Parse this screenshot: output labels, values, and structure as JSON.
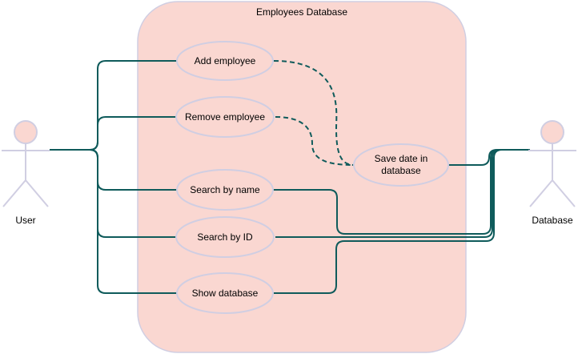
{
  "system": {
    "title": "Employees Database"
  },
  "actors": {
    "user": {
      "label": "User"
    },
    "database": {
      "label": "Database"
    }
  },
  "use_cases": {
    "add_employee": "Add employee",
    "remove_employee": "Remove employee",
    "search_by_name": "Search by name",
    "search_by_id": "Search by ID",
    "show_database": "Show database",
    "save_data": "Save date in database"
  },
  "colors": {
    "system_fill": "#fad7d1",
    "system_stroke": "#d0cee2",
    "usecase_fill": "#fad7d1",
    "usecase_stroke": "#d0cee2",
    "actor_head_fill": "#fad7d1",
    "actor_stroke": "#d0cee2",
    "connector": "#0f5b5b"
  }
}
